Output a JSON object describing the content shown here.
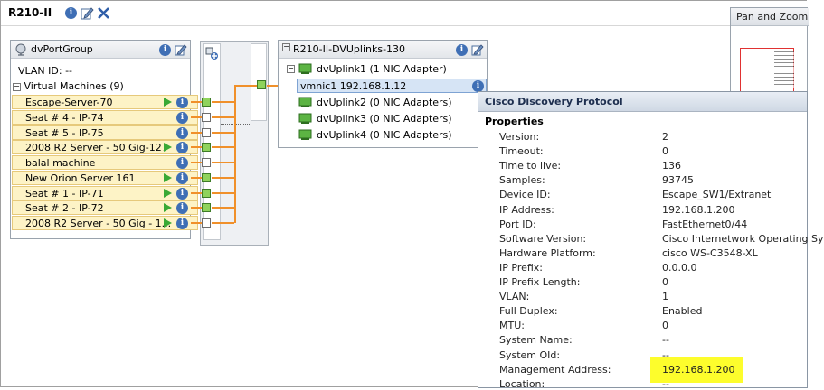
{
  "window": {
    "title": "R210-II"
  },
  "port_group": {
    "title": "dvPortGroup",
    "vlan_label": "VLAN ID: --",
    "vm_section": "Virtual Machines (9)",
    "vms": [
      {
        "name": "Escape-Server-70",
        "powered_on": true,
        "port_connected": true
      },
      {
        "name": "Seat # 4 - IP-74",
        "powered_on": false,
        "port_connected": false
      },
      {
        "name": "Seat # 5 - IP-75",
        "powered_on": false,
        "port_connected": false
      },
      {
        "name": "2008 R2 Server - 50 Gig-127",
        "powered_on": true,
        "port_connected": true
      },
      {
        "name": "balal machine",
        "powered_on": false,
        "port_connected": false
      },
      {
        "name": "New Orion Server 161",
        "powered_on": true,
        "port_connected": true
      },
      {
        "name": "Seat # 1 - IP-71",
        "powered_on": true,
        "port_connected": true
      },
      {
        "name": "Seat # 2 - IP-72",
        "powered_on": true,
        "port_connected": true
      },
      {
        "name": "2008 R2 Server - 50 Gig - 1...",
        "powered_on": true,
        "port_connected": false
      }
    ]
  },
  "uplinks": {
    "title": "R210-II-DVUplinks-130",
    "items": [
      {
        "label": "dvUplink1 (1 NIC Adapter)"
      },
      {
        "label": "vmnic1 192.168.1.12"
      },
      {
        "label": "dvUplink2 (0 NIC Adapters)"
      },
      {
        "label": "dvUplink3 (0 NIC Adapters)"
      },
      {
        "label": "dvUplink4 (0 NIC Adapters)"
      }
    ]
  },
  "cdp": {
    "title": "Cisco Discovery Protocol",
    "section": "Properties",
    "rows": [
      {
        "k": "Version:",
        "v": "2"
      },
      {
        "k": "Timeout:",
        "v": "0"
      },
      {
        "k": "Time to live:",
        "v": "136"
      },
      {
        "k": "Samples:",
        "v": "93745"
      },
      {
        "k": "Device ID:",
        "v": "Escape_SW1/Extranet"
      },
      {
        "k": "IP Address:",
        "v": "192.168.1.200"
      },
      {
        "k": "Port ID:",
        "v": "FastEthernet0/44"
      },
      {
        "k": "Software Version:",
        "v": "Cisco Internetwork Operating Sy"
      },
      {
        "k": "Hardware Platform:",
        "v": "cisco WS-C3548-XL"
      },
      {
        "k": "IP Prefix:",
        "v": "0.0.0.0"
      },
      {
        "k": "IP Prefix Length:",
        "v": "0"
      },
      {
        "k": "VLAN:",
        "v": "1"
      },
      {
        "k": "Full Duplex:",
        "v": "Enabled"
      },
      {
        "k": "MTU:",
        "v": "0"
      },
      {
        "k": "System Name:",
        "v": "--"
      },
      {
        "k": "System OId:",
        "v": "--"
      },
      {
        "k": "Management Address:",
        "v": "192.168.1.200"
      },
      {
        "k": "Location:",
        "v": "--"
      }
    ]
  },
  "pan_zoom": {
    "title": "Pan and Zoom"
  },
  "colors": {
    "link": "#f0902a",
    "port_connected": "#8fd35c",
    "vm_row": "#fdf3c6",
    "highlight": "#fdfd2c",
    "info": "#3f6fb5"
  },
  "icons": {
    "info": "info-icon",
    "edit": "edit-icon",
    "delete": "delete-icon",
    "play": "play-icon",
    "nic": "nic-icon"
  }
}
